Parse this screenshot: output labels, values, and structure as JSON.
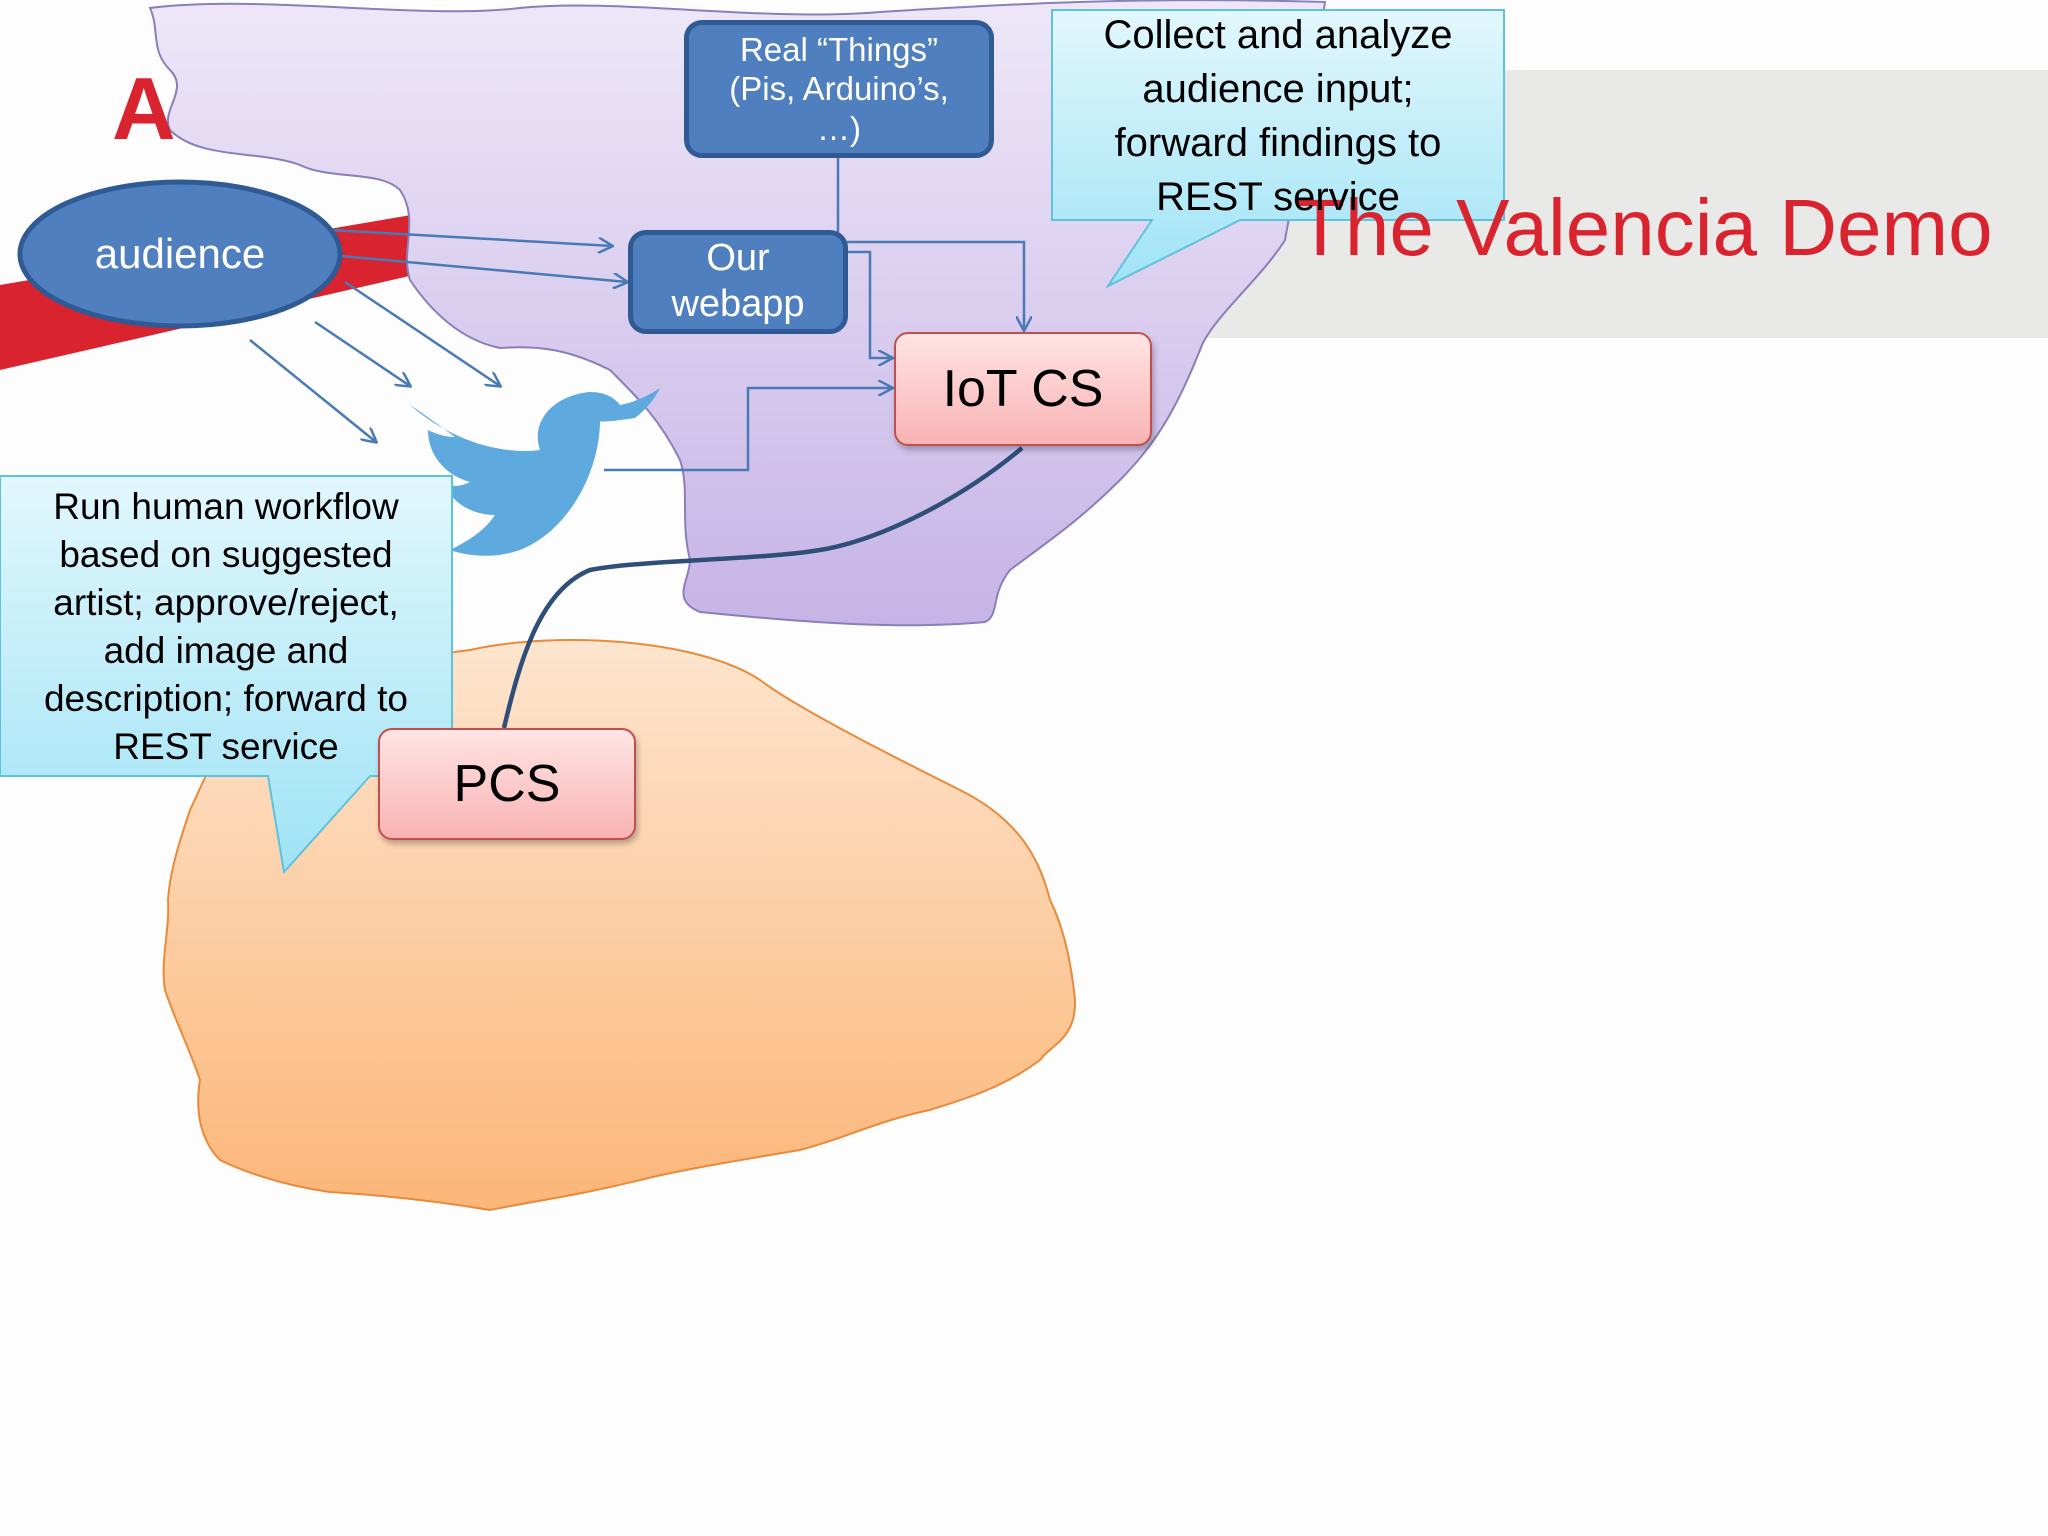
{
  "slide": {
    "title": "The Valencia Demo",
    "logo_letter": "A",
    "colors": {
      "title": "#d9232e",
      "blue_box": "#4f7fbf",
      "purple_region": "#d9cdef",
      "orange_region": "#fcc999",
      "callout": "#b8eaf8",
      "component": "#f9b3b3"
    }
  },
  "nodes": {
    "audience": "audience",
    "real_things": "Real “Things”\n(Pis, Arduino’s,\n…)",
    "webapp": "Our\nwebapp",
    "iot_cs": "IoT CS",
    "pcs": "PCS",
    "twitter_icon": "twitter-bird-icon"
  },
  "callouts": {
    "top": "Collect and analyze\naudience input;\nforward findings to\nREST service",
    "left": "Run human workflow\nbased on suggested\nartist; approve/reject,\nadd image and\ndescription; forward to\nREST service"
  }
}
